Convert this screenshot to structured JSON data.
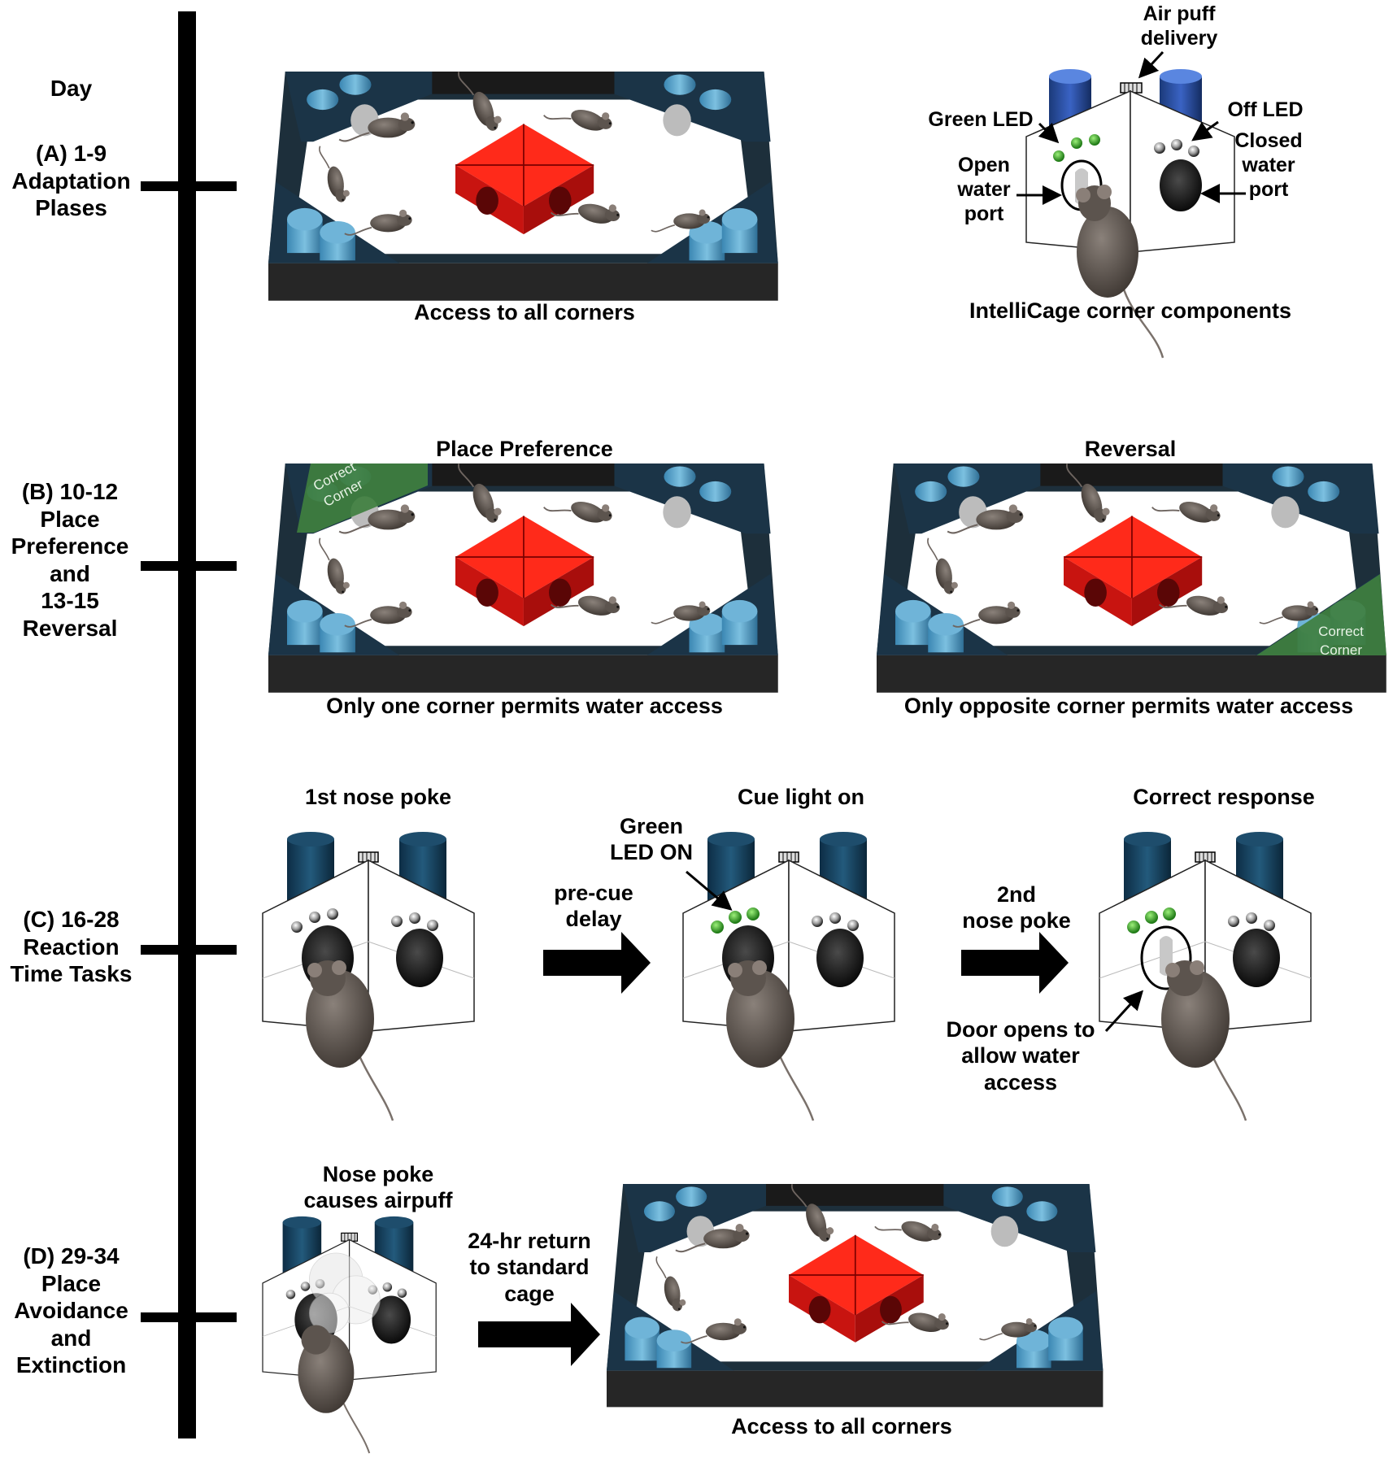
{
  "timeline": {
    "header": "Day",
    "stages": [
      {
        "id": "A",
        "text": "(A) 1-9\nAdaptation\nPlases"
      },
      {
        "id": "B",
        "text": "(B) 10-12\nPlace\nPreference\nand\n13-15\nReversal"
      },
      {
        "id": "C",
        "text": "(C) 16-28\nReaction\nTime Tasks"
      },
      {
        "id": "D",
        "text": "(D) 29-34\nPlace\nAvoidance\nand\nExtinction"
      }
    ]
  },
  "panel_a": {
    "cage_caption": "Access to all corners",
    "components_caption": "IntelliCage corner components",
    "callouts": {
      "air_puff": "Air puff\ndelivery",
      "green_led": "Green LED",
      "off_led": "Off LED",
      "open_port": "Open\nwater\nport",
      "closed_port": "Closed\nwater\nport"
    }
  },
  "panel_b": {
    "left_title": "Place Preference",
    "left_caption": "Only one corner permits water access",
    "right_title": "Reversal",
    "right_caption": "Only opposite corner permits water access",
    "correct_corner": "Correct\nCorner"
  },
  "panel_c": {
    "step1_title": "1st nose poke",
    "step2_title": "Cue light on",
    "step3_title": "Correct response",
    "arrow1_label": "pre-cue\ndelay",
    "arrow2_label": "2nd\nnose poke",
    "green_led_label": "Green\nLED ON",
    "door_label": "Door opens to\nallow water\naccess"
  },
  "panel_d": {
    "corner_title": "Nose poke\ncauses airpuff",
    "arrow_label": "24-hr return\nto standard\ncage",
    "cage_caption": "Access to all corners"
  },
  "colors": {
    "timeline": "#000000",
    "cage_wall": "#1c2f3c",
    "cage_rim": "#2a2a2a",
    "bottle": "#5ea6cc",
    "red_house": "#e02020",
    "correct_corner": "#3d7a3d",
    "led_green": "#3fbf2f",
    "mouse": "#5a524c"
  }
}
